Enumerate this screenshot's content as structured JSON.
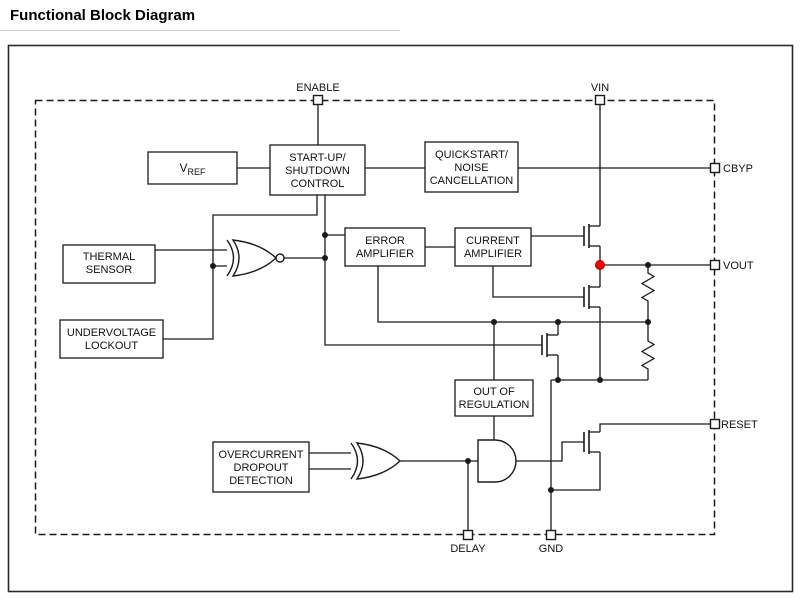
{
  "page": {
    "title": "Functional Block Diagram"
  },
  "diagram": {
    "pins": {
      "enable": {
        "label": "ENABLE"
      },
      "vin": {
        "label": "VIN"
      },
      "cbyp": {
        "label": "CBYP"
      },
      "vout": {
        "label": "VOUT"
      },
      "reset": {
        "label": "RESET"
      },
      "delay": {
        "label": "DELAY"
      },
      "gnd": {
        "label": "GND"
      }
    },
    "blocks": {
      "vref": {
        "label_main": "V",
        "label_sub": "REF"
      },
      "startup": {
        "lines": [
          "START-UP/",
          "SHUTDOWN",
          "CONTROL"
        ]
      },
      "quickstart": {
        "lines": [
          "QUICKSTART/",
          "NOISE",
          "CANCELLATION"
        ]
      },
      "thermal": {
        "lines": [
          "THERMAL",
          "SENSOR"
        ]
      },
      "uvlo": {
        "lines": [
          "UNDERVOLTAGE",
          "LOCKOUT"
        ]
      },
      "error_amp": {
        "lines": [
          "ERROR",
          "AMPLIFIER"
        ]
      },
      "current_amp": {
        "lines": [
          "CURRENT",
          "AMPLIFIER"
        ]
      },
      "out_of_regulation": {
        "lines": [
          "OUT OF",
          "REGULATION"
        ]
      },
      "overcurrent": {
        "lines": [
          "OVERCURRENT",
          "DROPOUT",
          "DETECTION"
        ]
      }
    },
    "colors": {
      "line": "#1a1a1a",
      "block_fill": "#ffffff",
      "highlight_dot": "#ff0000"
    }
  }
}
